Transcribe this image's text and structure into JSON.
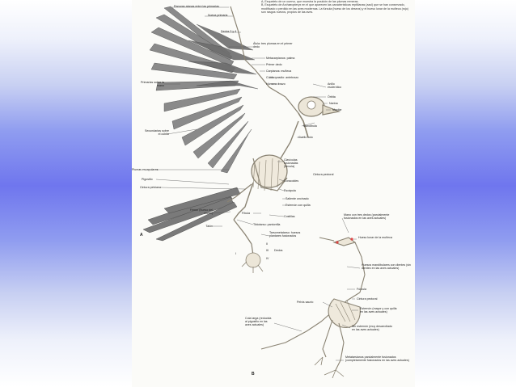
{
  "caption": {
    "line_a": "A, Esqueleto de un cuervo, que muestra la posición de las plumas remeras.",
    "line_b": "B, Esqueleto de Archaeopteryx en el que aparecen las características reptilianas (azul) que se han conservado, modificado o perdido en las aves modernas. La fúrcula (hueso de los deseos) y el hueso lunar de la muñeca (rojo) son rasgos nuevos, propios de las aves."
  },
  "panel_labels": {
    "a": "A",
    "b": "B"
  },
  "labels_a": {
    "raquis": "Ranuras atanas entre las primarias",
    "nueva_primaria": "Nueva primaria",
    "dedos34": "Dedos 3 y 4",
    "alula": "Álula: tres plumas en el primer dedo",
    "metacarpianos": "Metacarpianos: palma",
    "primer_dedo": "Primer dedo",
    "carpianos": "Carpianos: muñeca",
    "cubito": "Cúbito y radio: antebrazo",
    "humero": "Húmero: brazo",
    "anillo": "Anillo esclerótico",
    "orbita": "Órbita",
    "narina": "Narina",
    "maxilar": "Maxilar",
    "mandibula": "Mandíbula",
    "cuello": "Cuello solo",
    "primarias": "Primarias sobre la mano",
    "secundarias": "Secundarias sobre el cúbito",
    "plumas_escapulares": "Plumas escapulares",
    "pigostilo": "Pigostilo",
    "cintura_pelviana": "Cintura pelviana",
    "claviculas": "Clavículas fusionadas (fúrcula)",
    "coracoides": "Coracoides",
    "escapula": "Escápula",
    "cintura_pectoral": "Cintura pectoral",
    "saliente": "Saliente uncinado",
    "esternon": "Esternón con quilla",
    "costillas": "Costillas",
    "fibula": "Fíbula",
    "tibiotarso": "Tibiotarso: pantorrilla",
    "femur": "Fémur (hueso del muslo)",
    "talon": "Talón",
    "tarsometatarso": "Tarsometatarso: huesos plantares fusionados",
    "dedo_ii": "II",
    "dedo_iii": "III",
    "dedo_iv": "IV",
    "dedos_label": "Dedos",
    "dedo_i": "I"
  },
  "labels_b": {
    "mano_tres_dedos": "Mano con tres dedos (parcialmente fusionados en las aves actuales)",
    "hueso_lunar": "Hueso lunar de la muñeca",
    "huesos_mandibulares": "Huesos mandibulares con dientes (sin dientes en las aves actuales)",
    "furcula": "Fúrcula",
    "cintura_pectoral": "Cintura pectoral",
    "esternon": "Esternón (mayor y con quilla en las aves actuales)",
    "sin_esternon": "Sin esternón (muy desarrollado en las aves actuales)",
    "pelvis": "Pelvis saurio",
    "cola": "Cola larga (reducida al pigostilo en las aves actuales)",
    "metatarsianos": "Metatarsianos parcialmente fusionados (completamente fusionados en las aves actuales)"
  },
  "colors": {
    "background_band": "#6f76ee",
    "page": "#fbfbf8",
    "bone": "#d9d2c2",
    "feather": "#6e6e6e",
    "leader": "#555555"
  }
}
